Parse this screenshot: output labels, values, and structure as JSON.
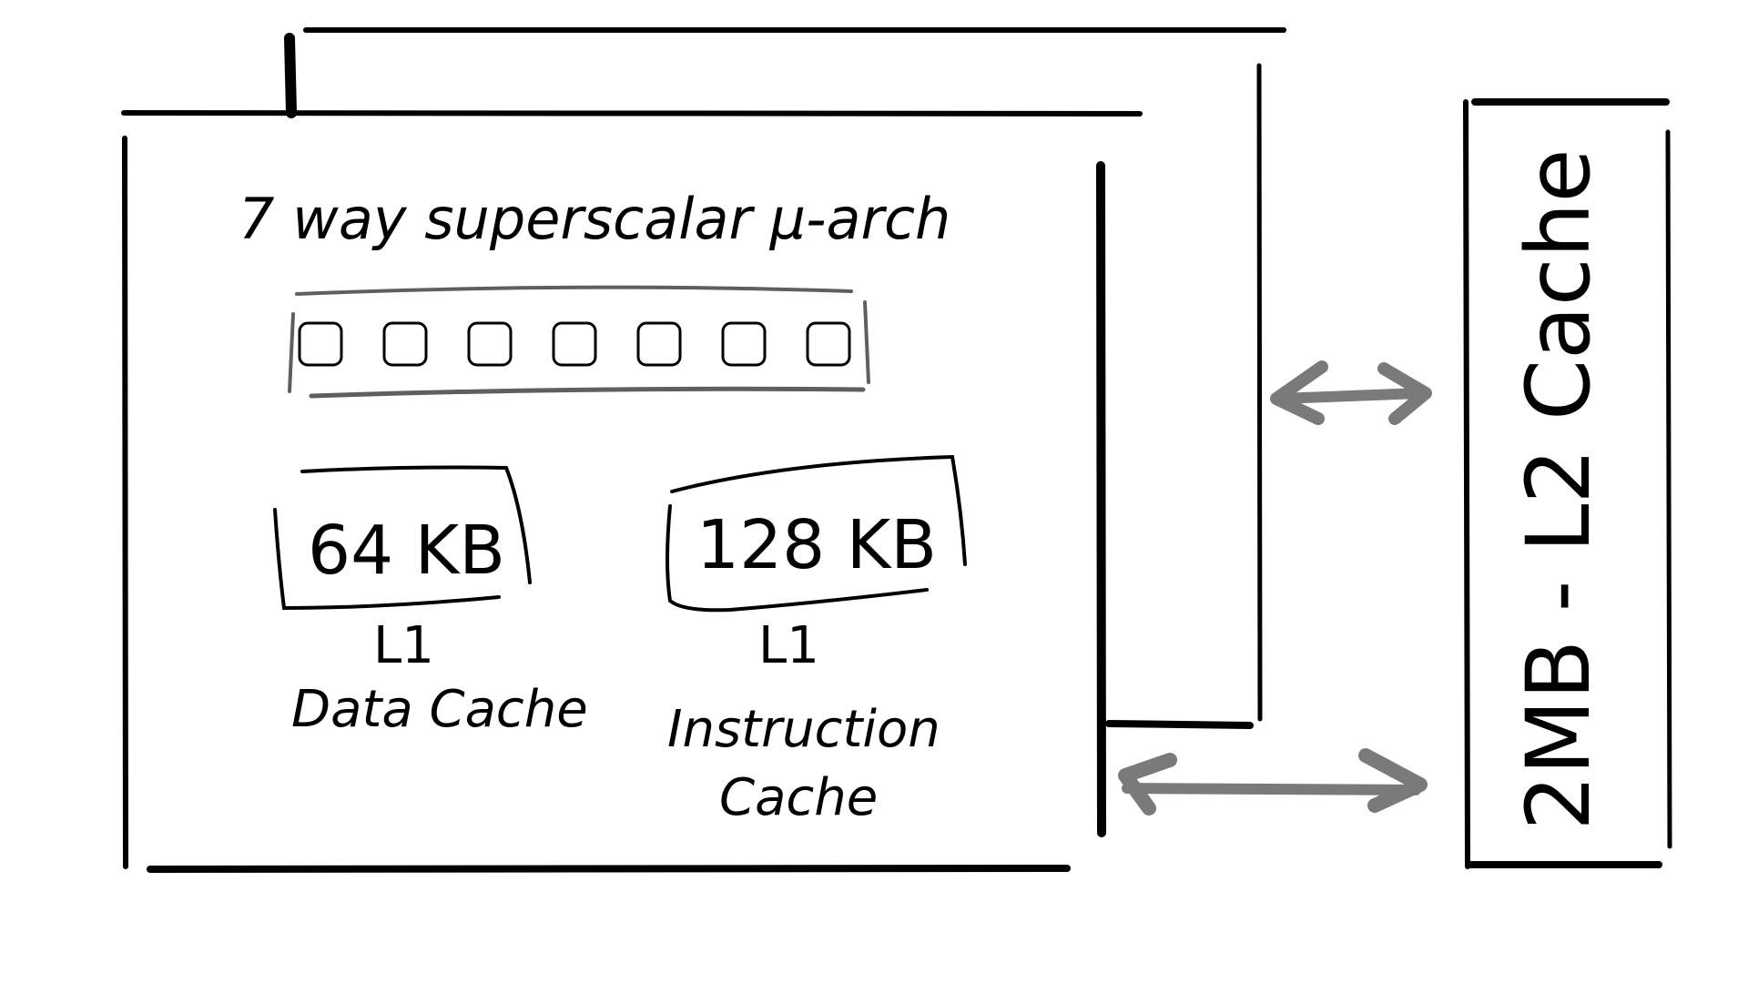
{
  "diagram": {
    "core_title": "7 way superscalar μ-arch",
    "pipeline_slot_count": 7,
    "l1_data": {
      "size": "64 KB",
      "level": "L1",
      "name": "Data Cache"
    },
    "l1_instruction": {
      "size": "128 KB",
      "level": "L1",
      "name_line1": "Instruction",
      "name_line2": "Cache"
    },
    "l2": {
      "label": "2MB - L2 Cache"
    },
    "colors": {
      "ink": "#000000",
      "arrow": "#7a7a7a",
      "pipeline": "#5f5f5f"
    }
  }
}
